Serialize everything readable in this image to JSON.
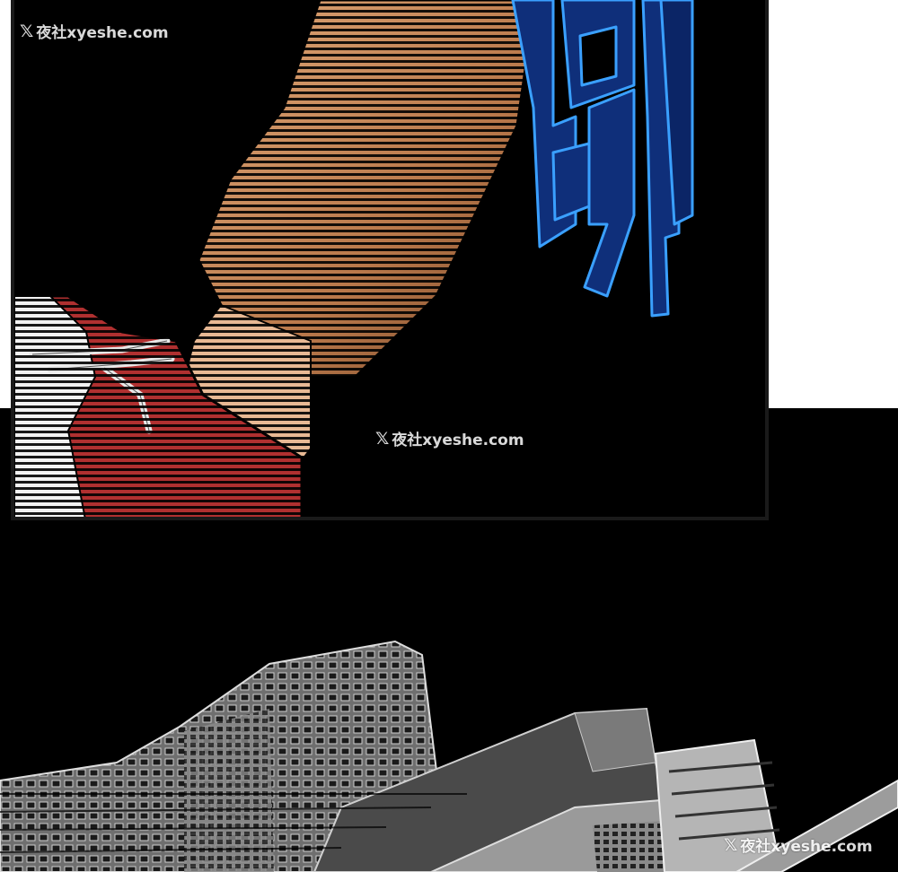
{
  "scene": {
    "sfx_text": "唧",
    "colors": {
      "background": "#000000",
      "gutter": "#ffffff",
      "skin": "#c98a5a",
      "sfx_fill": "#0f2f7a",
      "sfx_stroke": "#3aa0ff",
      "shoe_red": "#b03030",
      "building_gray": "#8a8a8a"
    }
  },
  "watermarks": [
    {
      "icon": "x-logo-icon",
      "text": "夜社xyeshe.com"
    },
    {
      "icon": "x-logo-icon",
      "text": "夜社xyeshe.com"
    },
    {
      "icon": "x-logo-icon",
      "text": "夜社xyeshe.com"
    }
  ]
}
